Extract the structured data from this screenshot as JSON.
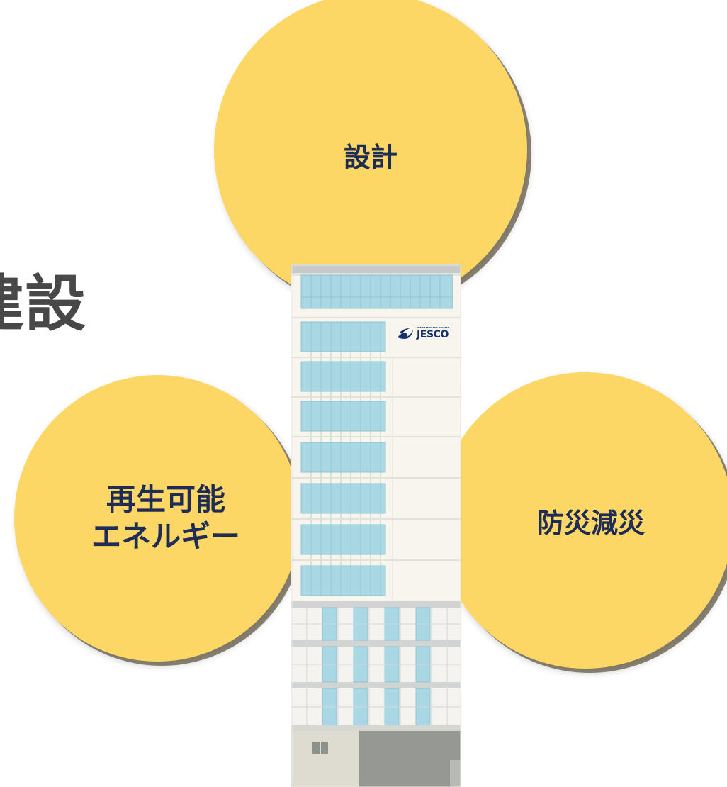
{
  "headline": {
    "text": "建設"
  },
  "circles": {
    "top": {
      "label": "設計"
    },
    "left": {
      "line1": "再生可能",
      "line2": "エネルギー"
    },
    "right": {
      "label": "防災減災"
    }
  },
  "building": {
    "logo": {
      "tagline": "THE SAFETY FOR SOCIETY",
      "brand": "JESCO"
    }
  },
  "colors": {
    "circle_fill": "#fcd766",
    "label_text": "#1e2d55",
    "headline_text": "#484848",
    "building_wall": "#f8f6ef",
    "building_window": "#a9d8e4",
    "building_frame": "#d0d2d1"
  }
}
